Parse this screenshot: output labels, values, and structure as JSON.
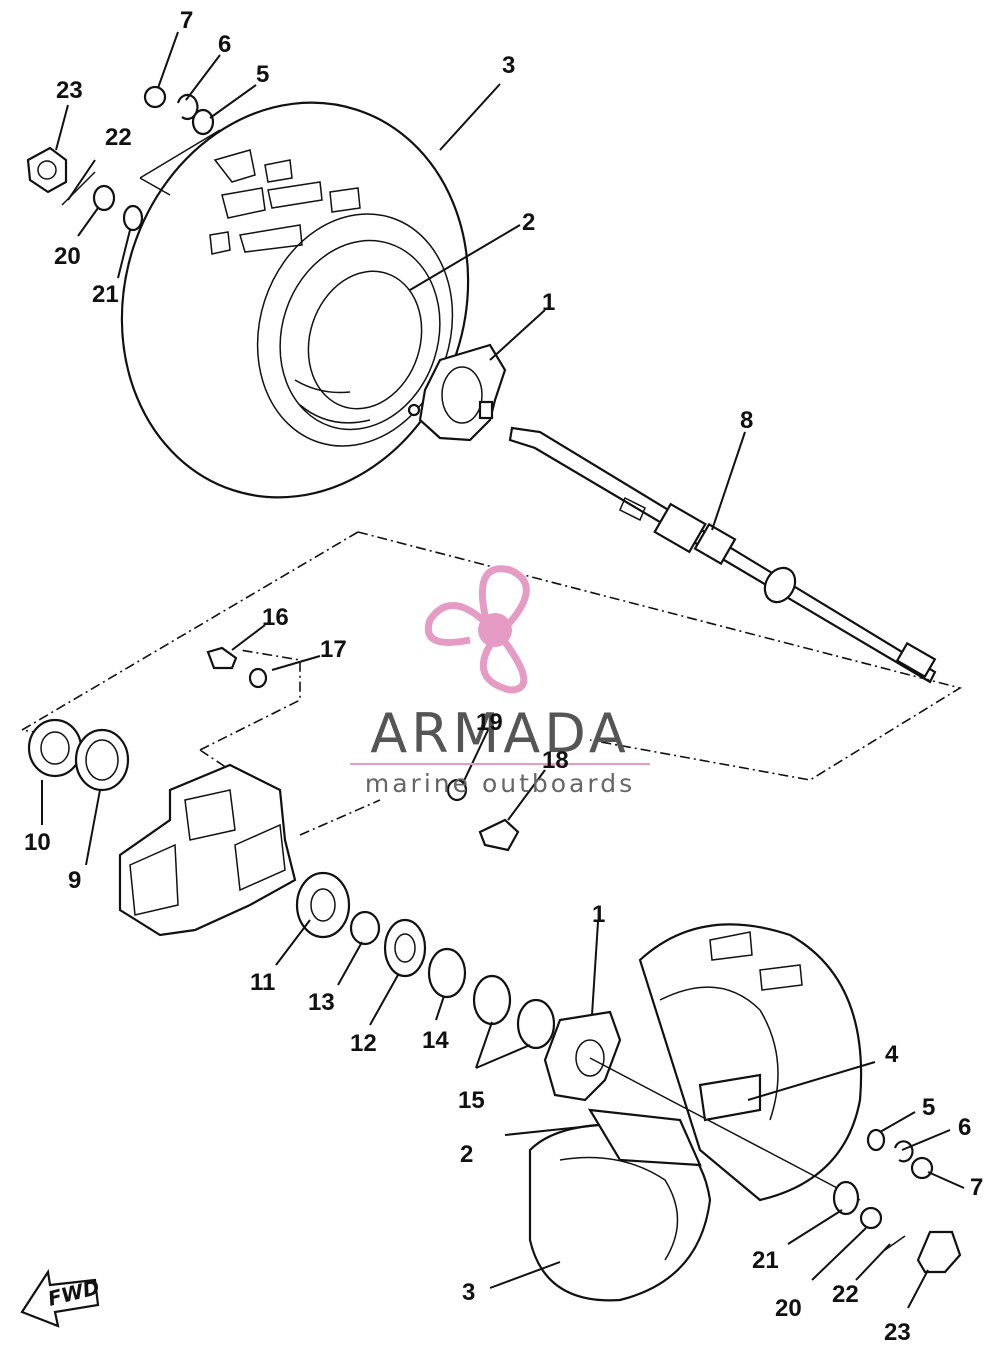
{
  "brand": {
    "name": "ARMADA",
    "tagline": "marine outboards",
    "logo_color": "#e59bc4"
  },
  "fwd_label": "FWD",
  "callouts": [
    {
      "id": "c-7-top",
      "text": "7"
    },
    {
      "id": "c-6-top",
      "text": "6"
    },
    {
      "id": "c-5-top",
      "text": "5"
    },
    {
      "id": "c-23-top",
      "text": "23"
    },
    {
      "id": "c-22-top",
      "text": "22"
    },
    {
      "id": "c-20-top",
      "text": "20"
    },
    {
      "id": "c-21-top",
      "text": "21"
    },
    {
      "id": "c-3-top",
      "text": "3"
    },
    {
      "id": "c-2-top",
      "text": "2"
    },
    {
      "id": "c-1-top",
      "text": "1"
    },
    {
      "id": "c-8",
      "text": "8"
    },
    {
      "id": "c-16",
      "text": "16"
    },
    {
      "id": "c-17",
      "text": "17"
    },
    {
      "id": "c-19",
      "text": "19"
    },
    {
      "id": "c-18",
      "text": "18"
    },
    {
      "id": "c-10",
      "text": "10"
    },
    {
      "id": "c-9",
      "text": "9"
    },
    {
      "id": "c-11",
      "text": "11"
    },
    {
      "id": "c-13",
      "text": "13"
    },
    {
      "id": "c-12",
      "text": "12"
    },
    {
      "id": "c-14",
      "text": "14"
    },
    {
      "id": "c-15",
      "text": "15"
    },
    {
      "id": "c-1-bot",
      "text": "1"
    },
    {
      "id": "c-4",
      "text": "4"
    },
    {
      "id": "c-5-bot",
      "text": "5"
    },
    {
      "id": "c-6-bot",
      "text": "6"
    },
    {
      "id": "c-7-bot",
      "text": "7"
    },
    {
      "id": "c-2-bot",
      "text": "2"
    },
    {
      "id": "c-21-bot",
      "text": "21"
    },
    {
      "id": "c-3-bot",
      "text": "3"
    },
    {
      "id": "c-20-bot",
      "text": "20"
    },
    {
      "id": "c-22-bot",
      "text": "22"
    },
    {
      "id": "c-23-bot",
      "text": "23"
    }
  ]
}
